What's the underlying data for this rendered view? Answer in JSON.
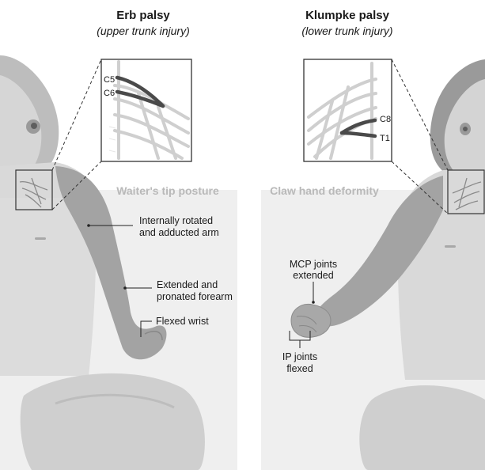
{
  "left": {
    "title": "Erb palsy",
    "subtitle": "(upper trunk injury)",
    "posture": "Waiter's tip posture",
    "nerves": [
      "C5",
      "C6"
    ],
    "labels": {
      "arm_1": "Internally rotated",
      "arm_2": "and adducted arm",
      "forearm_1": "Extended and",
      "forearm_2": "pronated forearm",
      "wrist": "Flexed wrist"
    }
  },
  "right": {
    "title": "Klumpke palsy",
    "subtitle": "(lower trunk injury)",
    "posture": "Claw hand deformity",
    "nerves": [
      "C8",
      "T1"
    ],
    "labels": {
      "mcp_1": "MCP joints",
      "mcp_2": "extended",
      "ip_1": "IP joints",
      "ip_2": "flexed"
    }
  },
  "colors": {
    "skin_light": "#eaeaea",
    "skin_mid": "#cfcfcf",
    "skin_dark": "#9c9c9c",
    "arm": "#9f9f9f",
    "nerve_highlight": "#4a4a4a",
    "text": "#1a1a1a",
    "section_text": "#b9b9b9"
  }
}
